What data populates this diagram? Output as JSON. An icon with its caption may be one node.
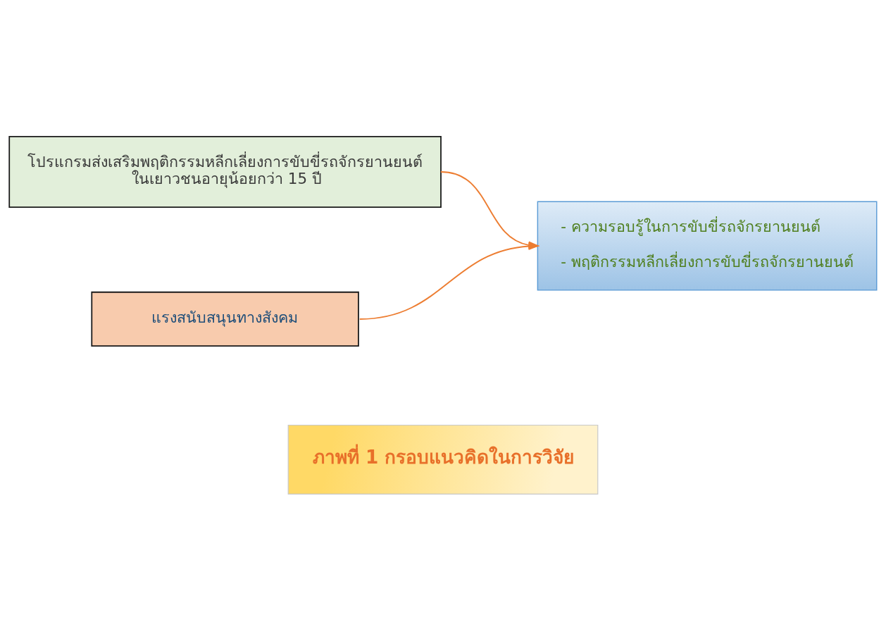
{
  "diagram": {
    "caption": "ภาพที่ 1 กรอบแนวคิดในการวิจัย",
    "nodes": [
      {
        "text": [
          "โปรแกรมส่งเสริมพฤติกรรมหลีกเลี่ยงการขับขี่รถจักรยานยนต์ ในเยาวชนอายุน้อยกว่า 15 ปี"
        ]
      },
      {
        "text": [
          "แรงสนับสนุนทางสังคม"
        ]
      },
      {
        "text": [
          "- ความรอบรู้ในการขับขี่รถจักรยานยนต์",
          "- พฤติกรรมหลีกเลี่ยงการขับขี่รถจักรยานยนต์"
        ]
      }
    ],
    "edges": [
      {
        "from": 0,
        "to": 2,
        "arrow": "to"
      },
      {
        "from": 1,
        "to": 2,
        "arrow": "to"
      }
    ]
  }
}
